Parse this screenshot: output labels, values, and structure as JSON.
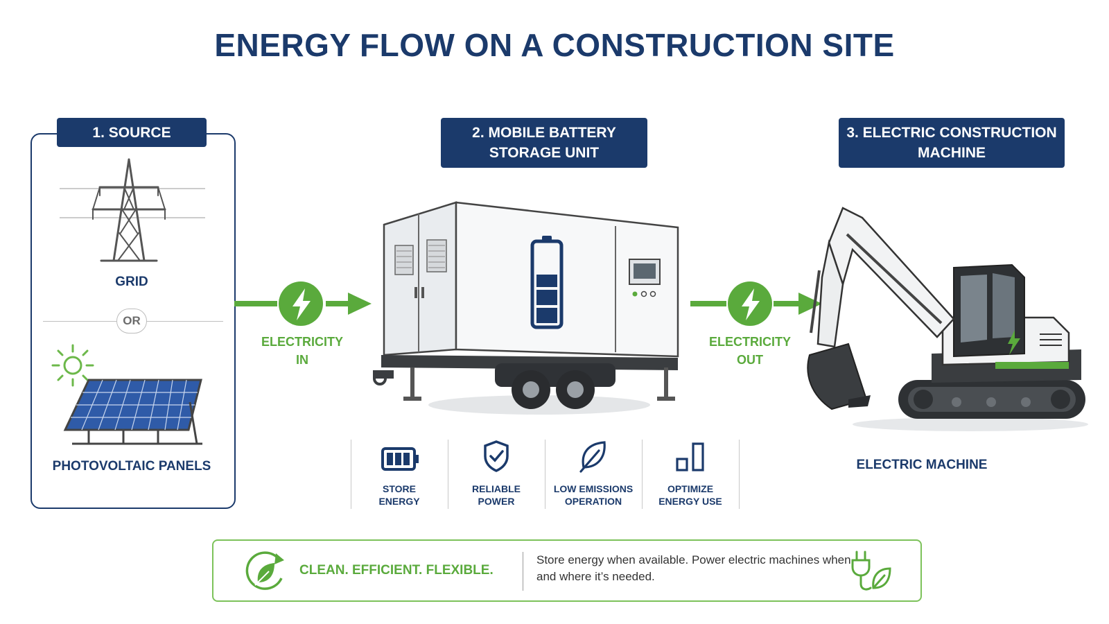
{
  "title": "ENERGY FLOW ON A CONSTRUCTION SITE",
  "colors": {
    "navy": "#1b3a6b",
    "green": "#5aaa3c",
    "light_green": "#7cc25a",
    "gray": "#9a9a9a"
  },
  "source": {
    "label": "1. SOURCE",
    "grid_label": "GRID",
    "or_label": "OR",
    "pv_label": "PHOTOVOLTAIC PANELS",
    "icons": [
      "transmission-tower-icon",
      "sun-icon",
      "solar-panel-icon"
    ]
  },
  "battery": {
    "label": "2. MOBILE BATTERY STORAGE UNIT",
    "icons": [
      "battery-trailer",
      "battery-level-icon",
      "control-panel"
    ]
  },
  "machine": {
    "label": "3. ELECTRIC CONSTRUCTION MACHINE",
    "caption": "ELECTRIC MACHINE",
    "icons": [
      "excavator"
    ]
  },
  "flows": [
    {
      "label": "ELECTRICITY IN",
      "icon": "lightning-icon"
    },
    {
      "label": "ELECTRICITY OUT",
      "icon": "lightning-icon"
    }
  ],
  "features": [
    {
      "label": "STORE\nENERGY",
      "icon": "battery-icon"
    },
    {
      "label": "RELIABLE\nPOWER",
      "icon": "shield-check-icon"
    },
    {
      "label": "LOW EMISSIONS\nOPERATION",
      "icon": "leaf-icon"
    },
    {
      "label": "OPTIMIZE\nENERGY USE",
      "icon": "bar-chart-icon"
    }
  ],
  "footer": {
    "tagline": "CLEAN. EFFICIENT. FLEXIBLE.",
    "text": "Store energy when available. Power electric machines when and where it’s needed.",
    "icons": [
      "leaf-cycle-icon",
      "plug-leaf-icon"
    ]
  }
}
